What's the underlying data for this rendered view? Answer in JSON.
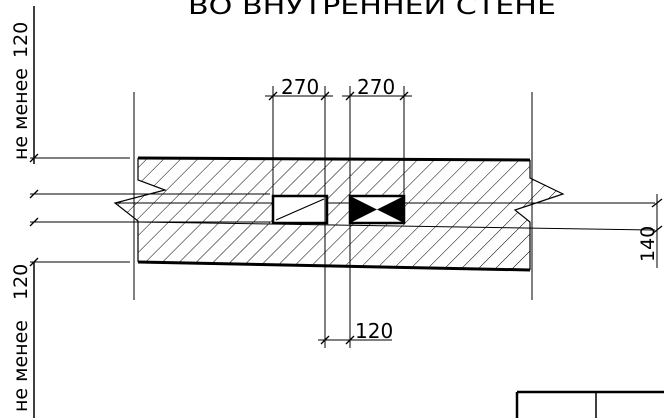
{
  "header": {
    "title": "ВО ВНУТРЕННЕЙ СТЕНЕ"
  },
  "left_labels": {
    "top_value": "120",
    "top_text": "не менее",
    "bottom_value": "120",
    "bottom_text": "не менее"
  },
  "dimensions": {
    "left_width": "270",
    "right_width": "270",
    "gap": "120",
    "height": "140"
  },
  "colors": {
    "ink": "#000000",
    "background": "#ffffff"
  }
}
